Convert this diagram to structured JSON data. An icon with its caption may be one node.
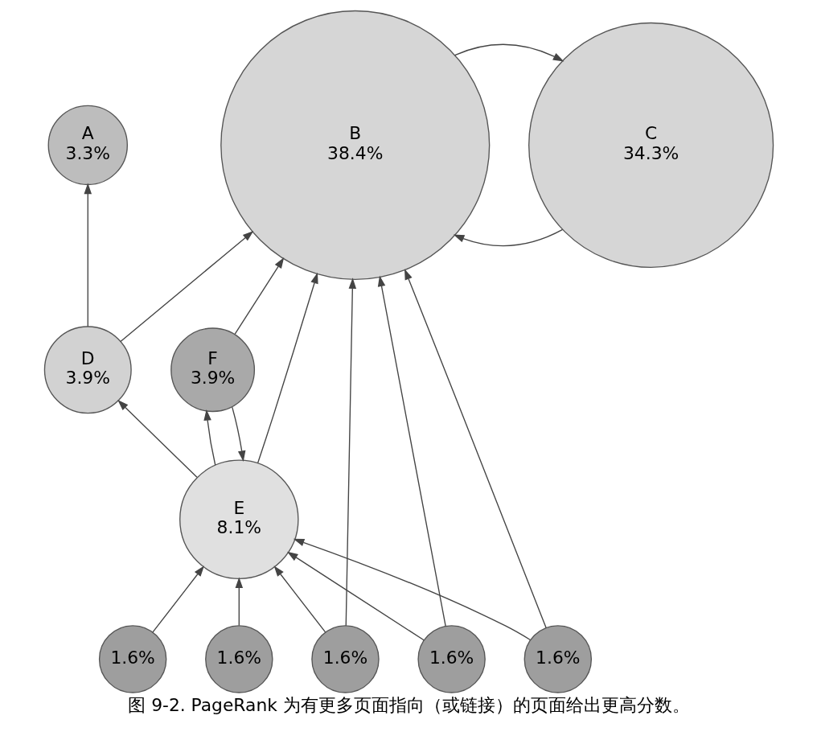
{
  "diagram": {
    "caption": "图 9-2. PageRank 为有更多页面指向（或链接）的页面给出更高分数。",
    "nodes": [
      {
        "text": [
          "A",
          "3.3%"
        ]
      },
      {
        "text": [
          "B",
          "38.4%"
        ]
      },
      {
        "text": [
          "C",
          "34.3%"
        ]
      },
      {
        "text": [
          "D",
          "3.9%"
        ]
      },
      {
        "text": [
          "E",
          "8.1%"
        ]
      },
      {
        "text": [
          "F",
          "3.9%"
        ]
      },
      {
        "text": [
          "1.6%"
        ]
      },
      {
        "text": [
          "1.6%"
        ]
      },
      {
        "text": [
          "1.6%"
        ]
      },
      {
        "text": [
          "1.6%"
        ]
      },
      {
        "text": [
          "1.6%"
        ]
      }
    ],
    "edges": [
      {
        "from": 1,
        "to": 2,
        "arrow": "to"
      },
      {
        "from": 2,
        "to": 1,
        "arrow": "to"
      },
      {
        "from": 3,
        "to": 0,
        "arrow": "to"
      },
      {
        "from": 3,
        "to": 1,
        "arrow": "to"
      },
      {
        "from": 4,
        "to": 1,
        "arrow": "to"
      },
      {
        "from": 4,
        "to": 3,
        "arrow": "to"
      },
      {
        "from": 4,
        "to": 5,
        "arrow": "to"
      },
      {
        "from": 5,
        "to": 4,
        "arrow": "to"
      },
      {
        "from": 5,
        "to": 1,
        "arrow": "to"
      },
      {
        "from": 6,
        "to": 1,
        "arrow": "to"
      },
      {
        "from": 6,
        "to": 4,
        "arrow": "to"
      },
      {
        "from": 7,
        "to": 1,
        "arrow": "to"
      },
      {
        "from": 7,
        "to": 4,
        "arrow": "to"
      },
      {
        "from": 8,
        "to": 1,
        "arrow": "to"
      },
      {
        "from": 8,
        "to": 4,
        "arrow": "to"
      },
      {
        "from": 9,
        "to": 4,
        "arrow": "to"
      },
      {
        "from": 10,
        "to": 4,
        "arrow": "to"
      }
    ]
  }
}
